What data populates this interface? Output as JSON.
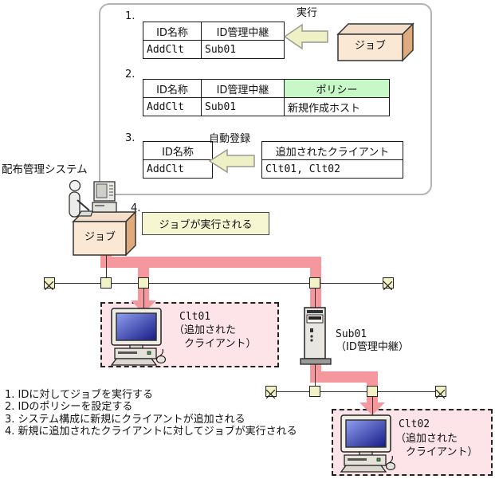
{
  "colors": {
    "flow_pink": "#f5989e",
    "zone_pink_bg": "#fce4e9",
    "policy_green": "#c8f8c8",
    "arrow_yellow": "#eef0c6",
    "box_tan_front": "#fae7d4",
    "note_yellow": "#f6f6d2",
    "hub_yellow": "#f2f2c6"
  },
  "callout": {
    "step1": {
      "num": "1.",
      "arrow_label": "実行",
      "job_label": "ジョブ",
      "table": {
        "headers": [
          "ID名称",
          "ID管理中継"
        ],
        "row": [
          "AddClt",
          "Sub01"
        ]
      }
    },
    "step2": {
      "num": "2.",
      "table": {
        "headers": [
          "ID名称",
          "ID管理中継",
          "ポリシー"
        ],
        "row": [
          "AddClt",
          "Sub01",
          "新規作成ホスト"
        ]
      }
    },
    "step3": {
      "num": "3.",
      "arrow_label": "自動登録",
      "id_table": {
        "header": "ID名称",
        "row": "AddClt"
      },
      "client_table": {
        "header": "追加されたクライアント",
        "row": "Clt01, Clt02"
      }
    }
  },
  "main": {
    "system_label": "配布管理システム",
    "job_label": "ジョブ",
    "step4_num": "4.",
    "step4_label": "ジョブが実行される",
    "clt01": {
      "name": "Clt01",
      "desc_line1": "（追加された",
      "desc_line2": "クライアント）"
    },
    "sub01": {
      "name": "Sub01",
      "desc": "（ID管理中継）"
    },
    "clt02": {
      "name": "Clt02",
      "desc_line1": "（追加された",
      "desc_line2": "クライアント）"
    }
  },
  "legend": [
    "1. IDに対してジョブを実行する",
    "2. IDのポリシーを設定する",
    "3. システム構成に新規にクライアントが追加される",
    "4. 新規に追加されたクライアントに対してジョブが実行される"
  ]
}
